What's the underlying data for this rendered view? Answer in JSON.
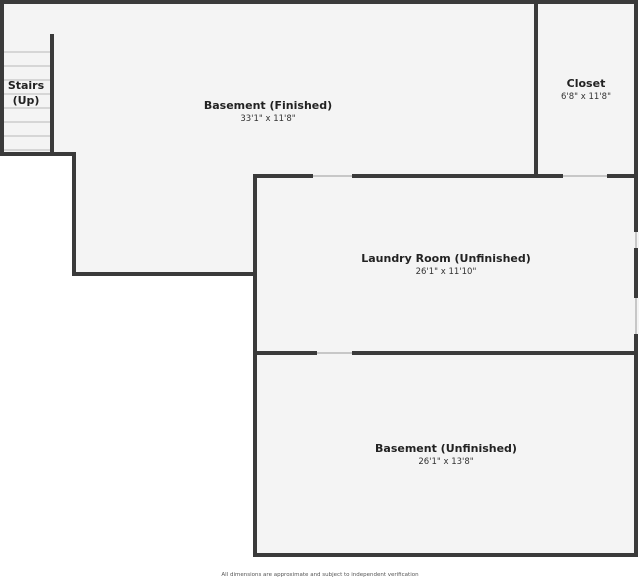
{
  "rooms": {
    "stairs": {
      "name_line1": "Stairs",
      "name_line2": "(Up)"
    },
    "basement_finished": {
      "name": "Basement (Finished)",
      "dimensions": "33'1\" x 11'8\""
    },
    "closet": {
      "name": "Closet",
      "dimensions": "6'8\" x 11'8\""
    },
    "laundry_room": {
      "name": "Laundry Room (Unfinished)",
      "dimensions": "26'1\" x 11'10\""
    },
    "basement_unfinished": {
      "name": "Basement (Unfinished)",
      "dimensions": "26'1\" x 13'8\""
    }
  },
  "footer": {
    "disclaimer": "All dimensions are approximate and subject to independent verification"
  },
  "colors": {
    "wall": "#3a3a3a",
    "floor": "#f4f4f4",
    "background": "#ffffff"
  }
}
